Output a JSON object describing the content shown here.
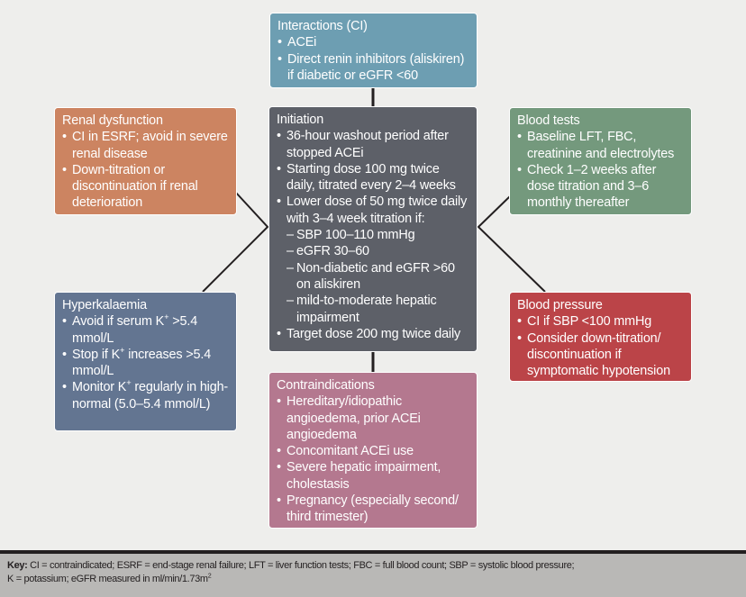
{
  "diagram": {
    "center": {
      "title": "Initiation",
      "items": [
        {
          "type": "bullet",
          "text": "36-hour washout period after stopped ACEi"
        },
        {
          "type": "bullet",
          "text": "Starting dose 100 mg twice daily, titrated every 2–4 weeks"
        },
        {
          "type": "bullet",
          "text": "Lower dose of 50 mg twice daily with 3–4 week titration if:"
        },
        {
          "type": "dash",
          "text": "SBP 100–110 mmHg"
        },
        {
          "type": "dash",
          "text": "eGFR 30–60"
        },
        {
          "type": "dash",
          "text": "Non-diabetic and eGFR >60 on aliskiren"
        },
        {
          "type": "dash",
          "text": "mild-to-moderate hepatic impairment"
        },
        {
          "type": "bullet",
          "text": "Target dose 200 mg twice daily"
        }
      ],
      "color": "#5d6068"
    },
    "interactions": {
      "title": "Interactions (CI)",
      "items": [
        "ACEi",
        "Direct renin inhibitors (aliskiren) if diabetic or eGFR <60"
      ],
      "color": "#6d9eb2"
    },
    "renal": {
      "title": "Renal dysfunction",
      "items": [
        "CI in ESRF; avoid in severe renal disease",
        "Down-titration or discontinuation if renal deterioration"
      ],
      "color": "#cc8461"
    },
    "blood_tests": {
      "title": "Blood tests",
      "items": [
        "Baseline LFT, FBC, creatinine and electrolytes",
        "Check 1–2 weeks after dose titration and 3–6 monthly thereafter"
      ],
      "color": "#74997d"
    },
    "hyperkalaemia": {
      "title": "Hyperkalaemia",
      "items": [
        {
          "pre": "Avoid if serum K",
          "sup": "+",
          "post": " >5.4 mmol/L"
        },
        {
          "pre": "Stop if K",
          "sup": "+",
          "post": " increases >5.4 mmol/L"
        },
        {
          "pre": "Monitor K",
          "sup": "+",
          "post": " regularly in high-normal (5.0–5.4 mmol/L)"
        }
      ],
      "color": "#637591"
    },
    "blood_pressure": {
      "title": "Blood pressure",
      "items": [
        "CI if SBP <100 mmHg",
        "Consider down-titration/ discontinuation if symptomatic hypotension"
      ],
      "color": "#bb4448"
    },
    "contraindications": {
      "title": "Contraindications",
      "items": [
        "Hereditary/idiopathic angioedema, prior ACEi angioedema",
        "Concomitant ACEi use",
        "Severe hepatic impairment, cholestasis",
        "Pregnancy (especially second/ third trimester)"
      ],
      "color": "#b4788f"
    }
  },
  "footer": {
    "key_label": "Key:",
    "line1": " CI = contraindicated; ESRF = end-stage renal failure; LFT = liver function tests; FBC = full blood count; SBP = systolic blood pressure;",
    "line2_pre": "K = potassium; eGFR measured in ml/min/1.73m",
    "line2_sup": "2"
  }
}
